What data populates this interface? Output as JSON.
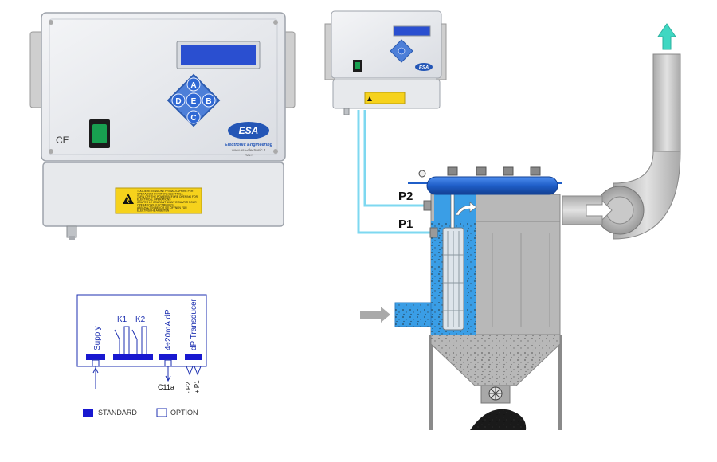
{
  "controller": {
    "ce_mark": "CE",
    "brand": "ESA",
    "brand_sub": "Electronic Engineering",
    "brand_web": "www.esa-electronic.it",
    "brand_country": "ITALY",
    "keypad": {
      "up": "A",
      "left": "D",
      "center": "E",
      "right": "B",
      "down": "C"
    },
    "warning_lines": [
      "TOGLIERE TENSIONE PRIMA DI APRIRE PER",
      "OPERAZIONI DI NATURA ELETTRICA",
      "TURN OFF THE POWER BEFORE OPENING FOR",
      "ELECTRICAL OPERATIONS",
      "COUPER LE COURANT AVANT D'OUVRIR POUR",
      "OPERATIONS ELECTRIQUES",
      "ABSCHALTEN BEVOR SIE ÖFFNEN FÜR",
      "ELEKTRISCHE ARBEITEN"
    ],
    "colors": {
      "display": "#2a4fd0",
      "keypad": "#4d7fd8",
      "switch": "#18a050",
      "warning": "#f6d21c"
    }
  },
  "small_controller": {
    "brand": "ESA"
  },
  "filter": {
    "p2_label": "P2",
    "p1_label": "P1",
    "colors": {
      "pipe": "#7ed8f0",
      "chamber": "#3a9ee6",
      "tank": "#1f5ec8",
      "housing": "#b8b8b8",
      "duct": "#c4c4c4",
      "arrow_up": "#3fd7c2"
    }
  },
  "wiring": {
    "blocks": {
      "supply": "Supply",
      "k1": "K1",
      "k2": "K2",
      "analog": "4÷20mA dP",
      "transducer": "dP Transducer"
    },
    "bottom": {
      "c11a": "C11a",
      "minus_p2": "- P2",
      "plus_p1": "+ P1"
    },
    "legend": {
      "standard": "STANDARD",
      "option": "OPTION"
    },
    "colors": {
      "line": "#1c2fb0",
      "block": "#1818d0"
    }
  }
}
